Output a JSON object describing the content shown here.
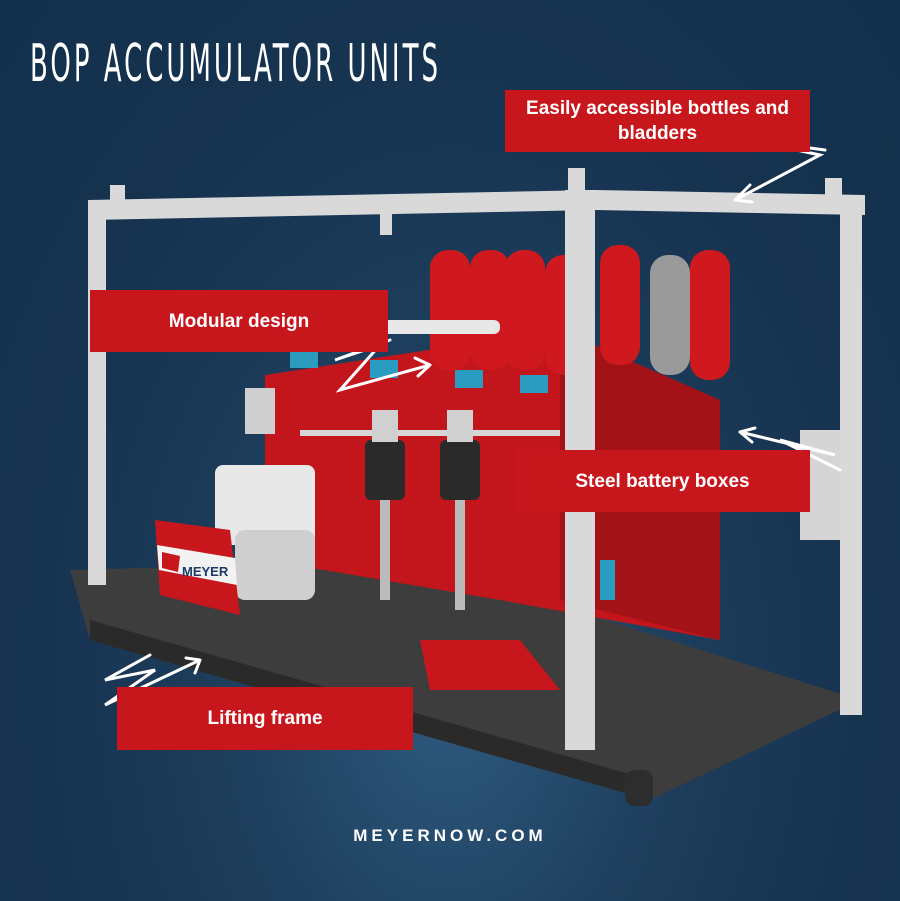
{
  "title": "BOP ACCUMULATOR UNITS",
  "callouts": {
    "bottles": "Easily accessible bottles and bladders",
    "modular": "Modular design",
    "battery": "Steel battery boxes",
    "frame": "Lifting frame"
  },
  "product_brand": "MEYER",
  "footer": "MEYERNOW.COM",
  "colors": {
    "background": "#163350",
    "accent": "#c8161d",
    "frame": "#d9d9d9"
  }
}
